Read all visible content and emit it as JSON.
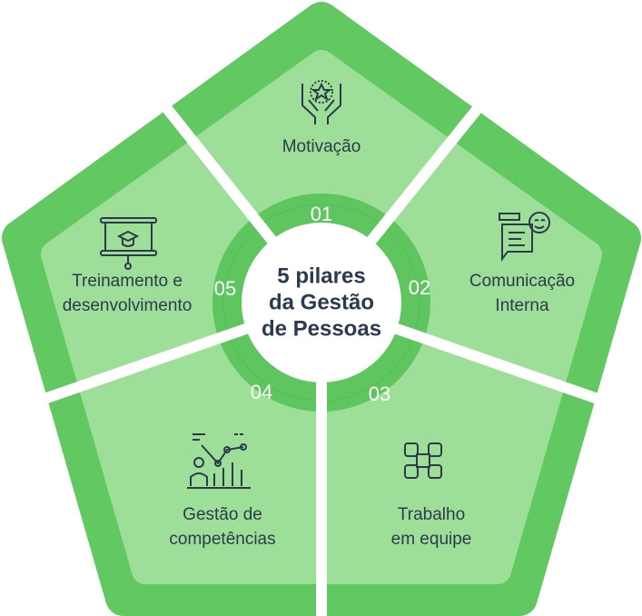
{
  "title": "5 pilares da Gestão de Pessoas",
  "title_lines": [
    "5 pilares",
    "da Gestão",
    "de Pessoas"
  ],
  "colors": {
    "outer": "#62c862",
    "inner": "#9ddf98",
    "ring": "#5ec55f",
    "text": "#2e3a4c"
  },
  "pillars": [
    {
      "number": "01",
      "label_lines": [
        "Motivação"
      ],
      "icon": "hands-star-icon"
    },
    {
      "number": "02",
      "label_lines": [
        "Comunicação",
        "Interna"
      ],
      "icon": "chat-smiley-icon"
    },
    {
      "number": "03",
      "label_lines": [
        "Trabalho",
        "em equipe"
      ],
      "icon": "teamwork-hands-icon"
    },
    {
      "number": "04",
      "label_lines": [
        "Gestão de",
        "competências"
      ],
      "icon": "chart-person-icon"
    },
    {
      "number": "05",
      "label_lines": [
        "Treinamento e",
        "desenvolvimento"
      ],
      "icon": "presentation-graduation-icon"
    }
  ]
}
